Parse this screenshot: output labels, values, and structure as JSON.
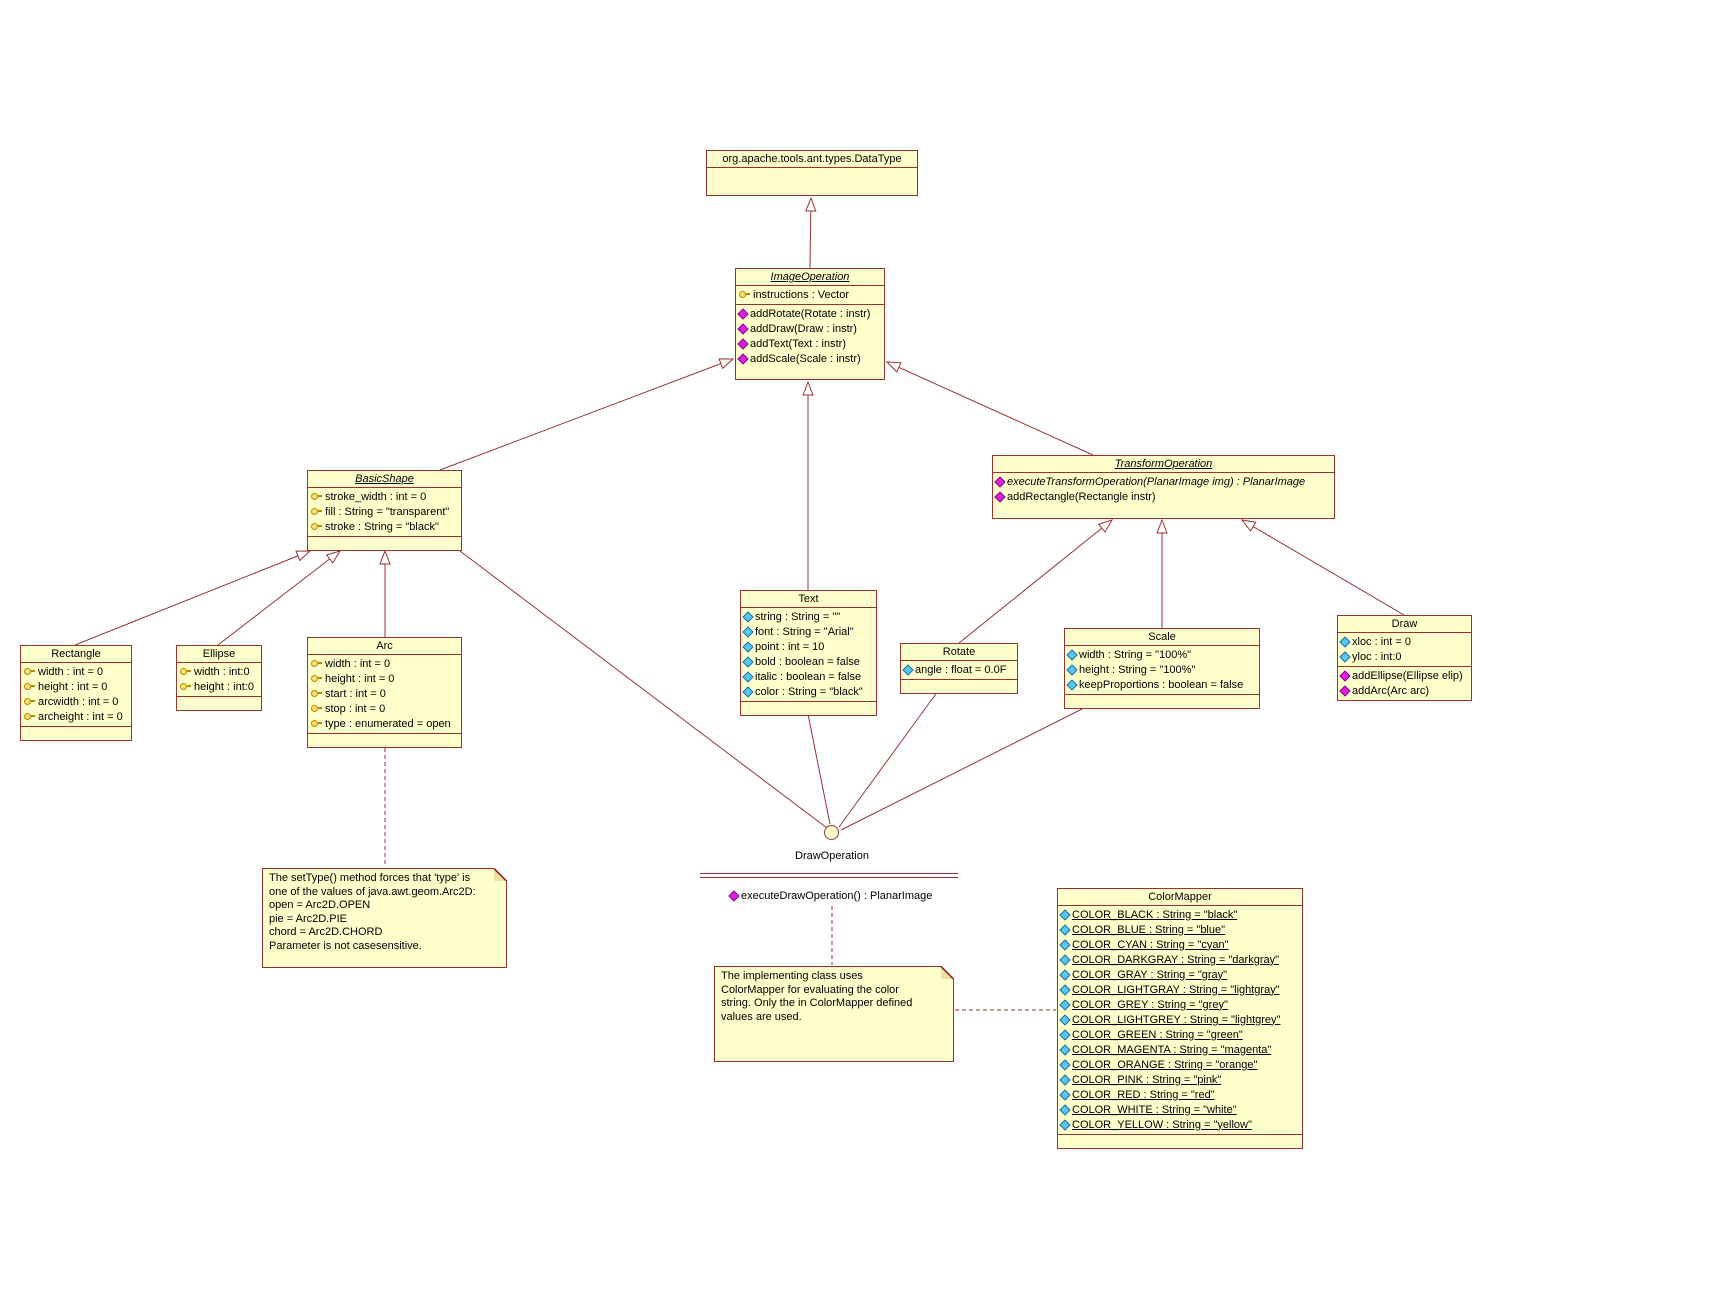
{
  "diagram": {
    "background": "#ffffff",
    "node_fill": "#ffffcc",
    "line_color": "#993333",
    "operation_icon_color": "#dd22dd",
    "attribute_icon_color": "#58c8f0"
  },
  "classes": {
    "dataType": {
      "name": "org.apache.tools.ant.types.DataType"
    },
    "imageOperation": {
      "name": "ImageOperation",
      "attrs": [
        "instructions : Vector"
      ],
      "ops": [
        "addRotate(Rotate : instr)",
        "addDraw(Draw : instr)",
        "addText(Text : instr)",
        "addScale(Scale : instr)"
      ]
    },
    "basicShape": {
      "name": "BasicShape",
      "attrs": [
        "stroke_width : int = 0",
        "fill : String = \"transparent\"",
        "stroke : String = \"black\""
      ]
    },
    "transformOperation": {
      "name": "TransformOperation",
      "ops": [
        "executeTransformOperation(PlanarImage img) : PlanarImage",
        "addRectangle(Rectangle instr)"
      ]
    },
    "rectangle": {
      "name": "Rectangle",
      "attrs": [
        "width : int = 0",
        "height : int = 0",
        "arcwidth : int = 0",
        "archeight : int = 0"
      ]
    },
    "ellipse": {
      "name": "Ellipse",
      "attrs": [
        "width : int:0",
        "height : int:0"
      ]
    },
    "arc": {
      "name": "Arc",
      "attrs": [
        "width : int = 0",
        "height : int = 0",
        "start : int = 0",
        "stop : int = 0",
        "type : enumerated = open"
      ]
    },
    "text": {
      "name": "Text",
      "attrs": [
        "string : String = \"\"",
        "font : String = \"Arial\"",
        "point : int = 10",
        "bold : boolean = false",
        "italic : boolean = false",
        "color : String = \"black\""
      ]
    },
    "rotate": {
      "name": "Rotate",
      "attrs": [
        "angle : float = 0.0F"
      ]
    },
    "scale": {
      "name": "Scale",
      "attrs": [
        "width : String = \"100%\"",
        "height : String = \"100%\"",
        "keepProportions : boolean = false"
      ]
    },
    "draw": {
      "name": "Draw",
      "attrs": [
        "xloc : int = 0",
        "yloc : int:0"
      ],
      "ops": [
        "addEllipse(Ellipse elip)",
        "addArc(Arc arc)"
      ]
    },
    "colorMapper": {
      "name": "ColorMapper",
      "attrs": [
        "COLOR_BLACK : String = \"black\"",
        "COLOR_BLUE : String = \"blue\"",
        "COLOR_CYAN : String = \"cyan\"",
        "COLOR_DARKGRAY : String = \"darkgray\"",
        "COLOR_GRAY : String = \"gray\"",
        "COLOR_LIGHTGRAY : String = \"lightgray\"",
        "COLOR_GREY : String = \"grey\"",
        "COLOR_LIGHTGREY : String = \"lightgrey\"",
        "COLOR_GREEN : String = \"green\"",
        "COLOR_MAGENTA : String = \"magenta\"",
        "COLOR_ORANGE : String = \"orange\"",
        "COLOR_PINK : String = \"pink\"",
        "COLOR_RED : String = \"red\"",
        "COLOR_WHITE : String = \"white\"",
        "COLOR_YELLOW : String = \"yellow\""
      ]
    }
  },
  "interfaceNode": {
    "name": "DrawOperation",
    "ops": [
      "executeDrawOperation() : PlanarImage"
    ]
  },
  "notes": {
    "arcNote": "The setType() method forces that 'type' is\none of the values of java.awt.geom.Arc2D:\nopen = Arc2D.OPEN\npie = Arc2D.PIE\nchord = Arc2D.CHORD\nParameter is not casesensitive.",
    "colorNote": "The implementing class uses\nColorMapper for evaluating the color\nstring. Only the in ColorMapper defined\nvalues are used."
  }
}
